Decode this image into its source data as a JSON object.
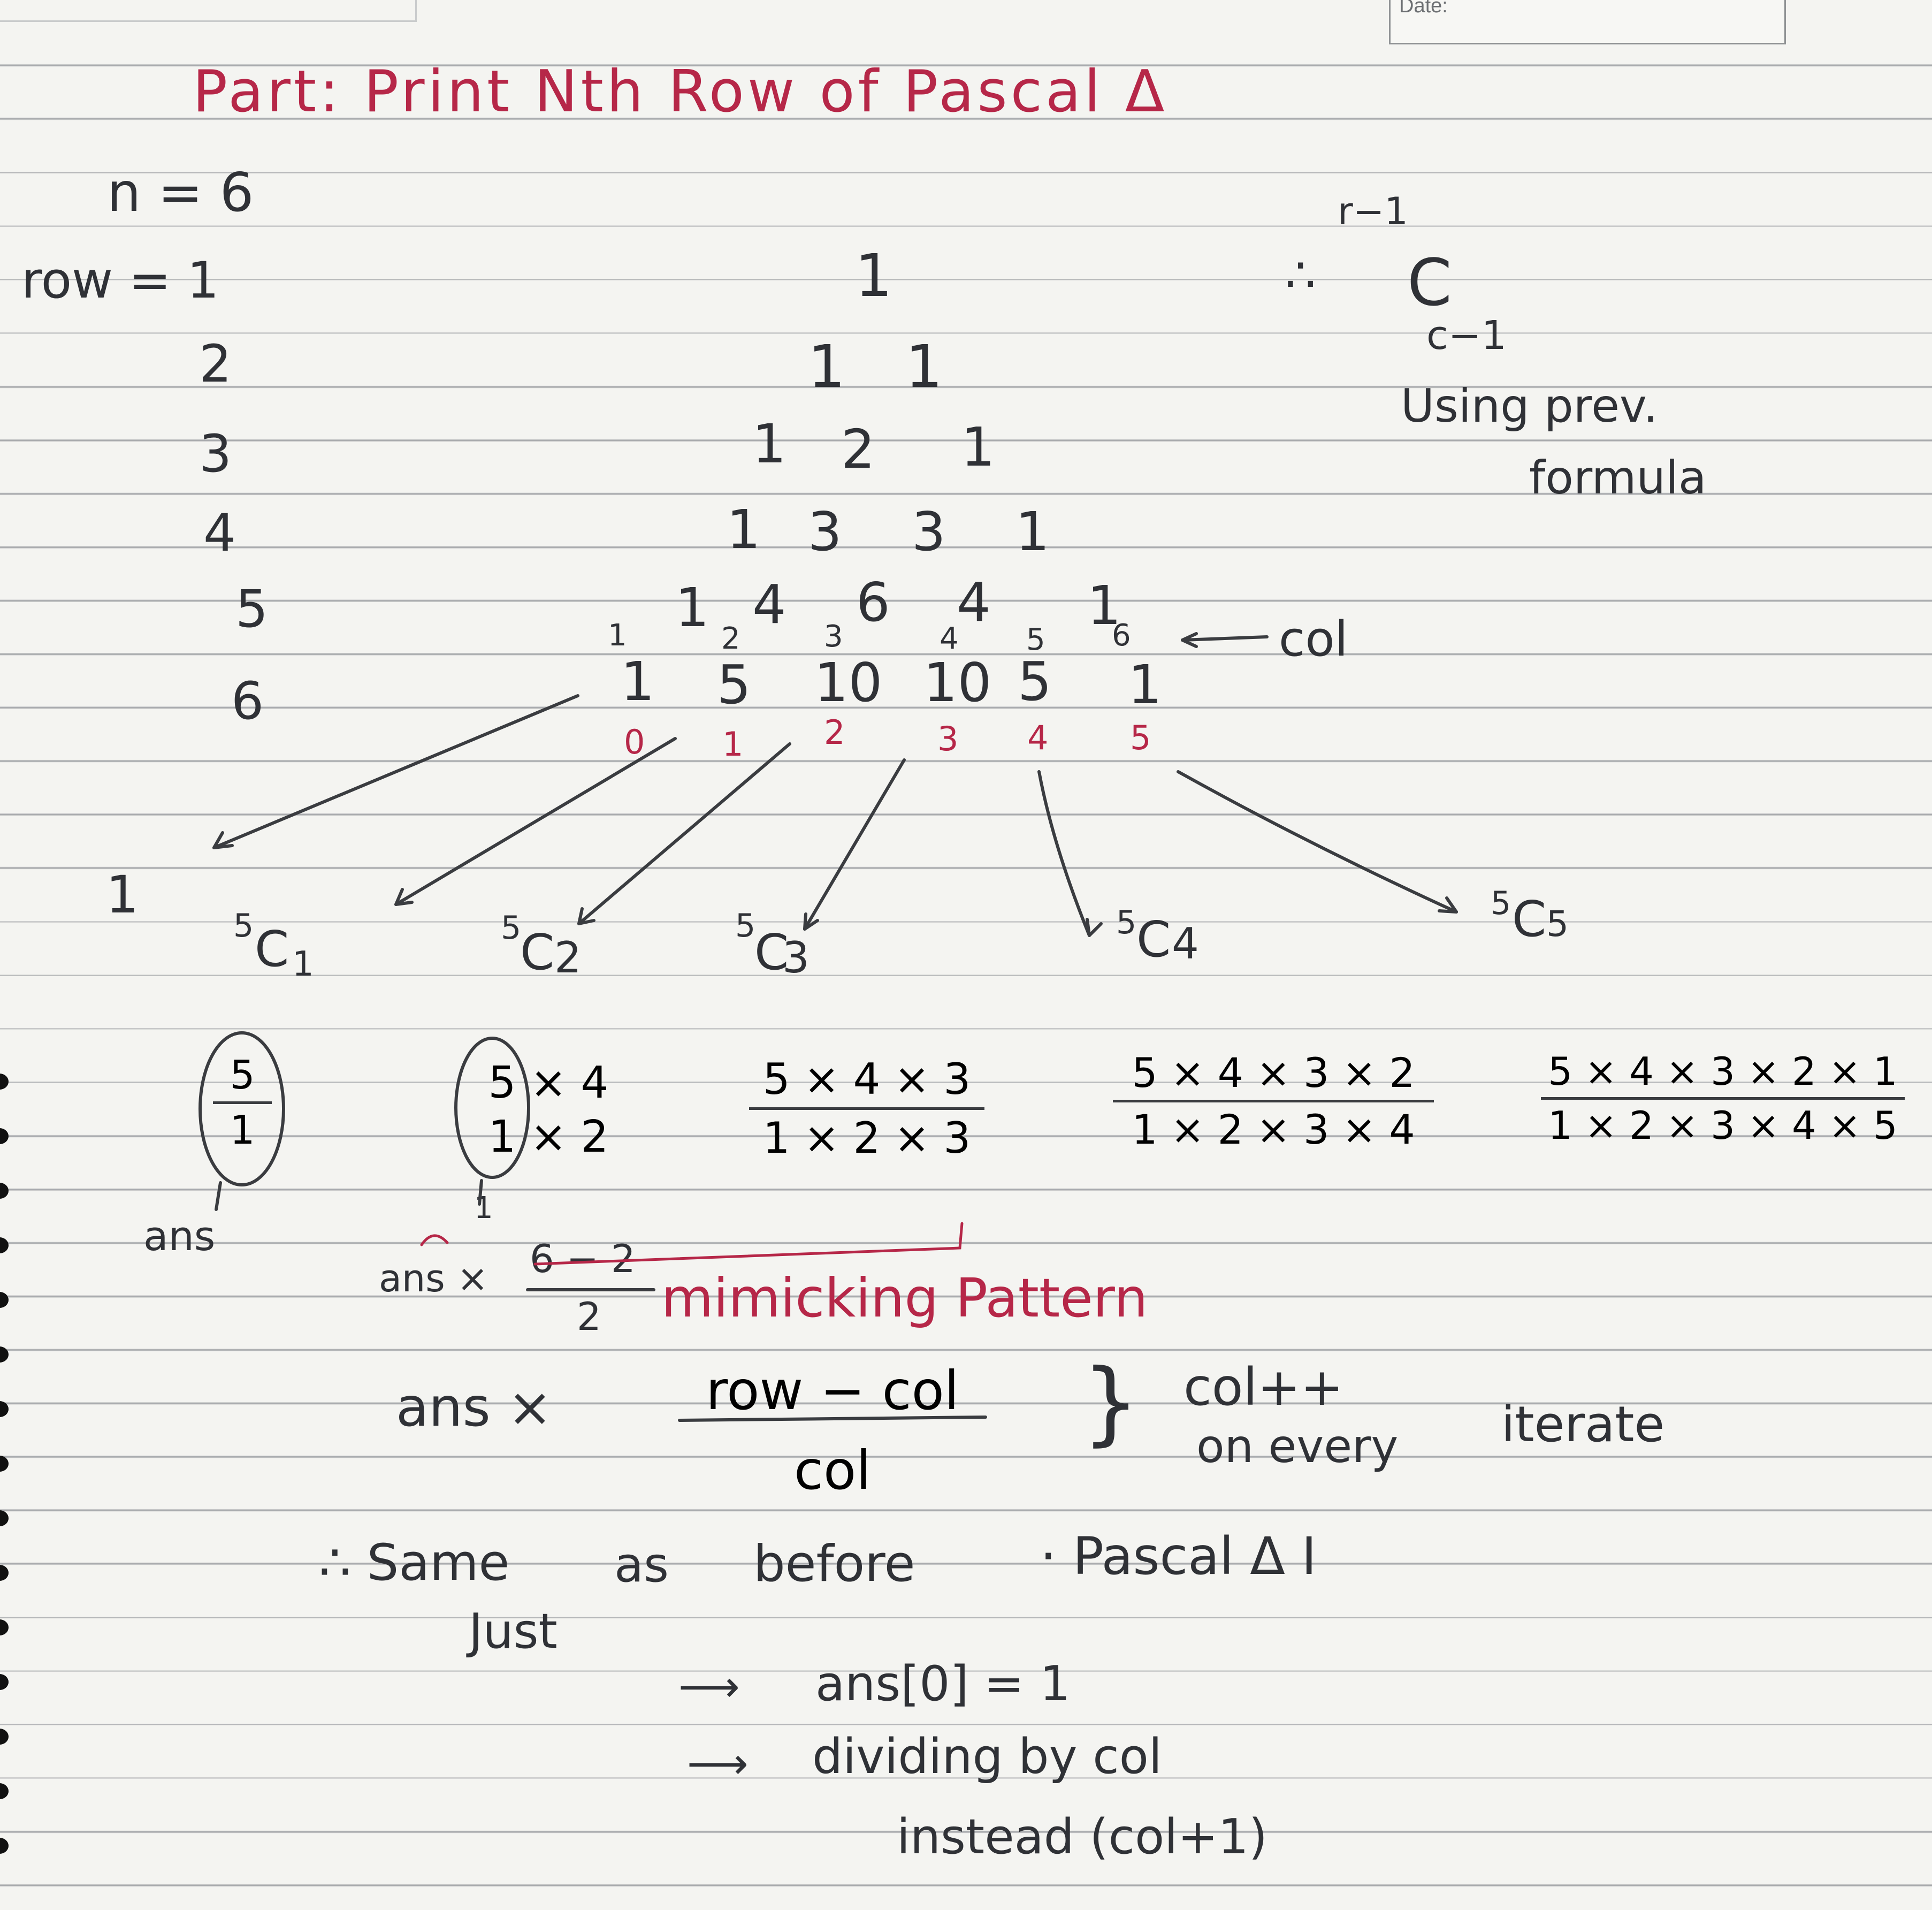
{
  "header": {
    "date_label": "Date:"
  },
  "title": "Part: Print Nth Row of Pascal Δ",
  "given": {
    "n": "n = 6",
    "row_label": "row = 1"
  },
  "row_numbers": [
    "2",
    "3",
    "4",
    "5",
    "6"
  ],
  "triangle": {
    "row1": "1",
    "row2": [
      "1",
      "1"
    ],
    "row3": [
      "1",
      "2",
      "1"
    ],
    "row4": [
      "1",
      "3",
      "3",
      "1"
    ],
    "row5": [
      "1",
      "4",
      "6",
      "4",
      "1"
    ],
    "row6": [
      "1",
      "5",
      "10",
      "10",
      "5",
      "1"
    ],
    "col_numbers": [
      "1",
      "2",
      "3",
      "4",
      "5",
      "6"
    ],
    "col_label": "col",
    "index_numbers": [
      "0",
      "1",
      "2",
      "3",
      "4",
      "5"
    ]
  },
  "side_note": {
    "therefore": "∴",
    "sup": "r−1",
    "c": "C",
    "sub": "c−1",
    "line1": "Using prev.",
    "line2": "formula"
  },
  "combinations": [
    {
      "pre": "5",
      "c": "C",
      "sub": "1"
    },
    {
      "pre": "5",
      "c": "C",
      "sub": "2"
    },
    {
      "pre": "5",
      "c": "C",
      "sub": "3"
    },
    {
      "pre": "5",
      "c": "C",
      "sub": "4"
    },
    {
      "pre": "5",
      "c": "C",
      "sub": "5"
    }
  ],
  "lone_one": "1",
  "fractions": [
    {
      "num": "5",
      "den": "1"
    },
    {
      "num": "5 × 4",
      "den": "1 × 2"
    },
    {
      "num": "5 × 4 × 3",
      "den": "1 × 2 × 3"
    },
    {
      "num": "5 × 4 × 3 × 2",
      "den": "1 × 2 × 3 × 4"
    },
    {
      "num": "5 × 4 × 3 × 2 × 1",
      "den": "1 × 2 × 3 × 4 × 5"
    }
  ],
  "ans_label": "ans",
  "small_one": "1",
  "mimic": {
    "ans": "ans ×",
    "num": "6 − 2",
    "den": "2",
    "text": "mimicking Pattern"
  },
  "formula": {
    "ans": "ans ×",
    "num": "row − col",
    "den": "col",
    "inc": "col++",
    "every": "on every",
    "iterate": "iterate"
  },
  "conclusion": {
    "line1a": "∴ Same",
    "line1b": "as",
    "line1c": "before",
    "line1d": "· Pascal Δ I",
    "just": "Just",
    "bullet1": "ans[0] = 1",
    "bullet2": "dividing by col",
    "bullet3": "instead (col+1)"
  },
  "colors": {
    "ink_black": "#2f3136",
    "ink_red": "#b62748",
    "line": "#a9abae"
  }
}
